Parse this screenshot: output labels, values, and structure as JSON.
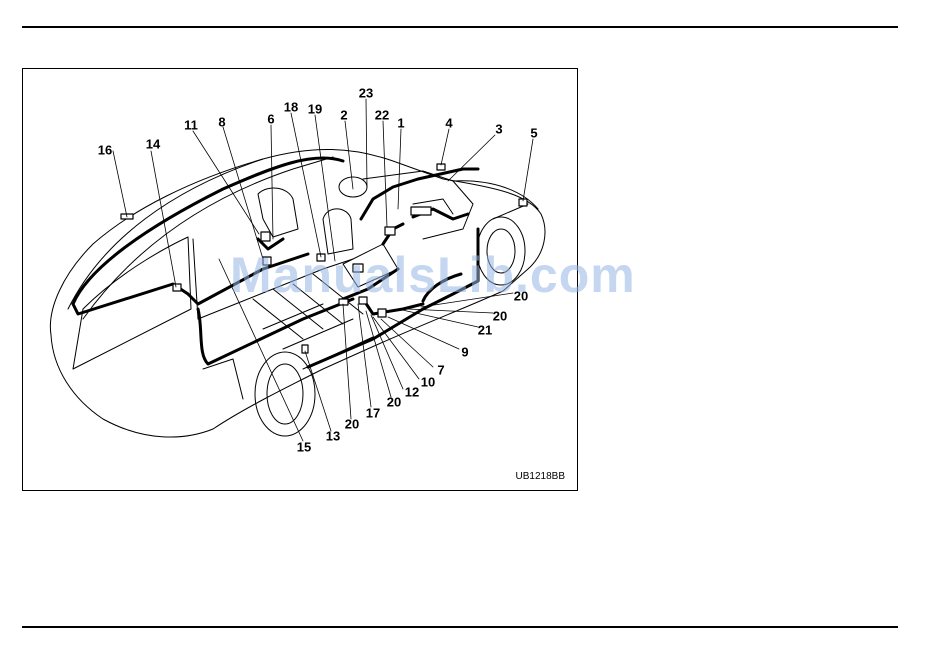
{
  "figure": {
    "code": "UB1218BB",
    "callouts": [
      "16",
      "14",
      "11",
      "8",
      "6",
      "18",
      "19",
      "2",
      "23",
      "22",
      "1",
      "4",
      "3",
      "5",
      "20",
      "20",
      "21",
      "9",
      "7",
      "10",
      "12",
      "20",
      "17",
      "20",
      "13",
      "15"
    ]
  },
  "watermark": "ManualsLib.com"
}
